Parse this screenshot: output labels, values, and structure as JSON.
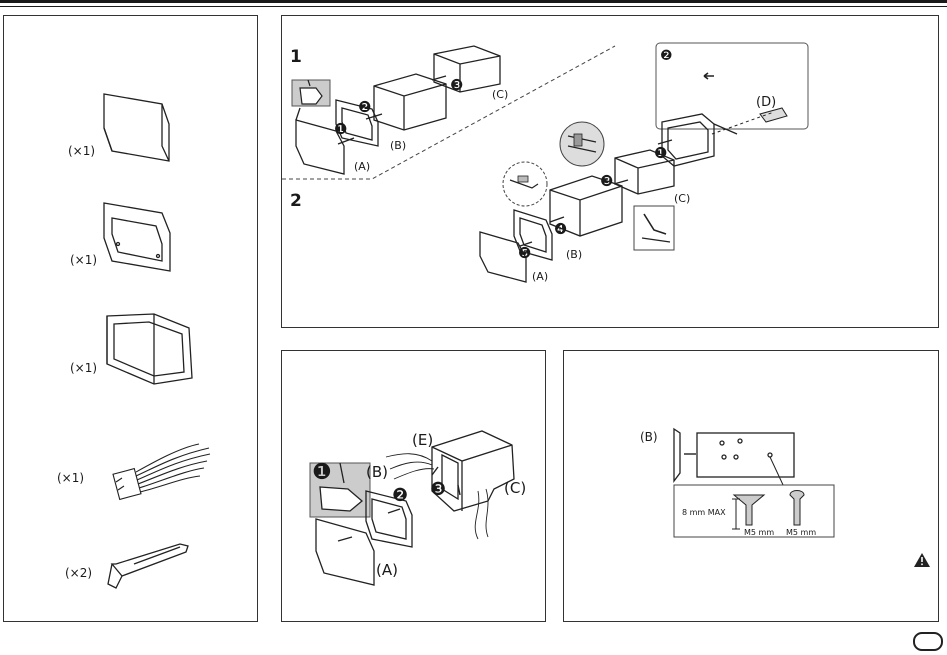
{
  "parts": [
    {
      "icon": "faceplate-icon",
      "qty": "(×1)"
    },
    {
      "icon": "trim-plate-icon",
      "qty": "(×1)"
    },
    {
      "icon": "mounting-sleeve-icon",
      "qty": "(×1)"
    },
    {
      "icon": "wiring-harness-icon",
      "qty": "(×1)"
    },
    {
      "icon": "extraction-key-icon",
      "qty": "(×2)"
    }
  ],
  "install": {
    "step1": "1",
    "step2": "2",
    "num1": "❶",
    "num2": "❷",
    "num3": "❸",
    "num4": "❹",
    "num5": "❺",
    "label_a": "(A)",
    "label_b": "(B)",
    "label_c": "(C)",
    "label_d": "(D)",
    "inset_num": "❷"
  },
  "removal": {
    "num1": "❶",
    "num2": "❷",
    "num3": "❸",
    "label_a": "(A)",
    "label_b": "(B)",
    "label_c": "(C)",
    "label_e": "(E)"
  },
  "mounting": {
    "label_b": "(B)",
    "max_depth": "8 mm MAX",
    "screw1": "M5 mm",
    "screw2": "M5 mm",
    "warning_icon": "warning-icon"
  }
}
